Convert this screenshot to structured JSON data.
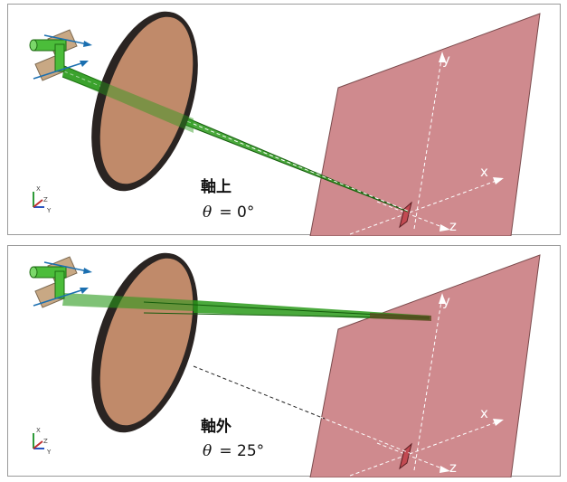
{
  "panels": [
    {
      "title": "軸上",
      "theta_symbol": "θ",
      "angle_text": " = 0°",
      "axes": {
        "x": "x",
        "y": "y",
        "z": "z"
      },
      "triad": {
        "x": "X",
        "y": "Y",
        "z": "Z"
      }
    },
    {
      "title": "軸外",
      "theta_symbol": "θ",
      "angle_text": " = 25°",
      "axes": {
        "x": "x",
        "y": "y",
        "z": "z"
      },
      "triad": {
        "x": "X",
        "y": "Y",
        "z": "Z"
      }
    }
  ],
  "colors": {
    "screen": "#cf8a8e",
    "lens_rim": "#2a2422",
    "lens_face": "#c08a6a",
    "beam": "#1f8a12",
    "arrow": "#1b6fb0",
    "mirror": "#c8a884"
  }
}
